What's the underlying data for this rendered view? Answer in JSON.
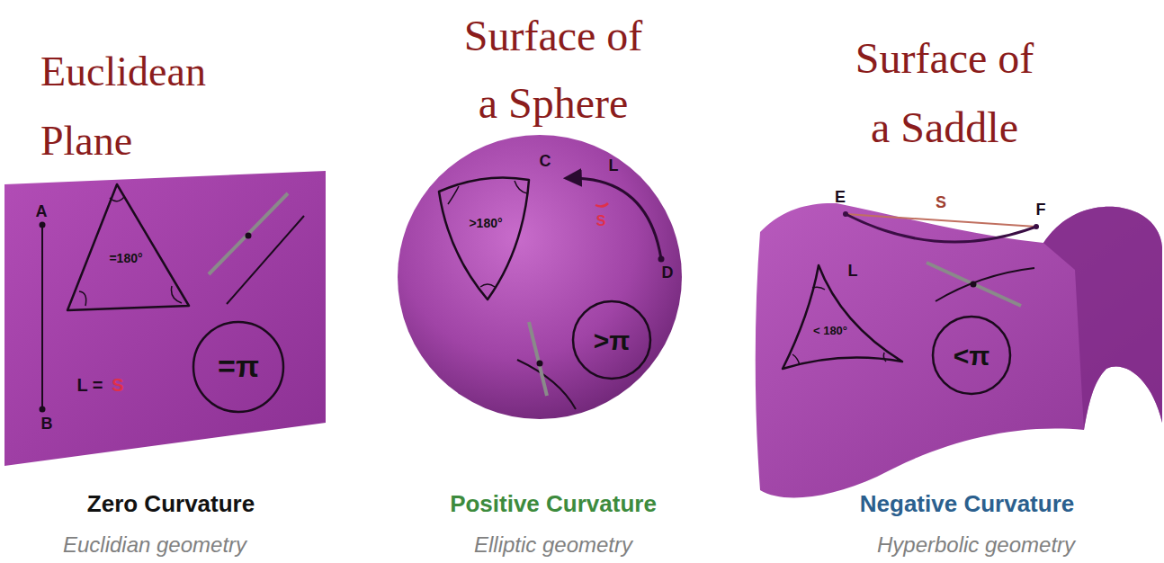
{
  "diagram": {
    "nodes": [
      {
        "text": [
          "Euclidean Plane"
        ]
      },
      {
        "text": [
          "=180°"
        ],
        "in": 0
      },
      {
        "text": [
          "=π"
        ],
        "in": 0
      },
      {
        "text": [
          "Surface of a Sphere"
        ]
      },
      {
        "text": [
          ">180°"
        ],
        "in": 3
      },
      {
        "text": [
          ">π"
        ],
        "in": 3
      },
      {
        "text": [
          "Surface of a Saddle"
        ]
      },
      {
        "text": [
          "< 180°"
        ],
        "in": 6
      },
      {
        "text": [
          "<π"
        ],
        "in": 6
      }
    ],
    "labels": [
      "A",
      "B",
      "L =",
      "S",
      "C",
      "L",
      "S",
      "D",
      "E",
      "S",
      "F",
      "L",
      "Zero Curvature",
      "Euclidian geometry",
      "Positive Curvature",
      "Elliptic geometry",
      "Negative Curvature",
      "Hyperbolic geometry"
    ]
  }
}
